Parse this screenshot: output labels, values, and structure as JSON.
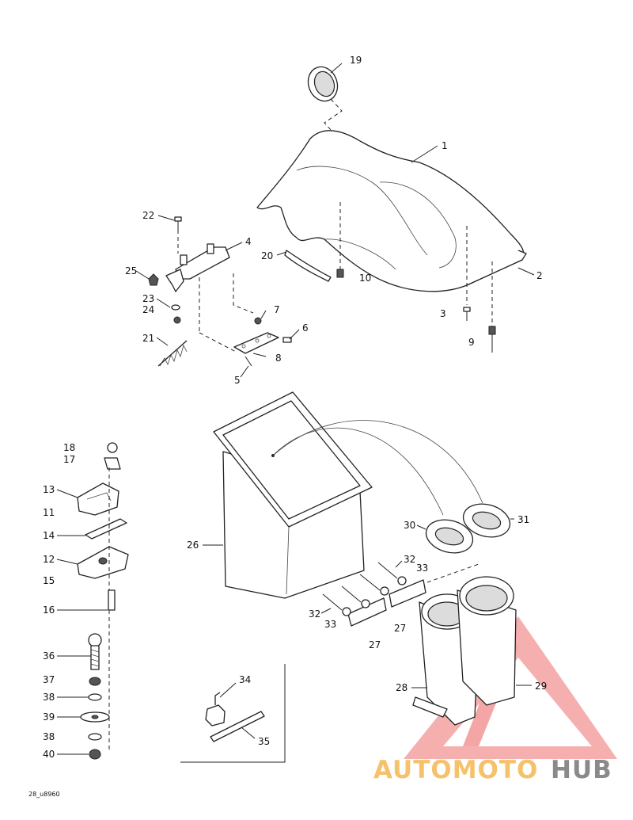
{
  "drawing_code": "28_u8960",
  "watermark": {
    "text_part1": "AUTOMOTO",
    "text_part2": "HUB",
    "color_part1": "#f5c26b",
    "color_part2": "#8a8a8a",
    "triangle_color": "#f08080"
  },
  "callouts": {
    "c1": "1",
    "c2": "2",
    "c3": "3",
    "c4": "4",
    "c5": "5",
    "c6": "6",
    "c7": "7",
    "c8": "8",
    "c9": "9",
    "c10": "10",
    "c11": "11",
    "c12": "12",
    "c13": "13",
    "c14": "14",
    "c15": "15",
    "c16": "16",
    "c17": "17",
    "c18": "18",
    "c19": "19",
    "c20": "20",
    "c21": "21",
    "c22": "22",
    "c23": "23",
    "c24": "24",
    "c25": "25",
    "c26": "26",
    "c27a": "27",
    "c27b": "27",
    "c28": "28",
    "c29": "29",
    "c30": "30",
    "c31": "31",
    "c32a": "32",
    "c32b": "32",
    "c33a": "33",
    "c33b": "33",
    "c34": "34",
    "c35": "35",
    "c36": "36",
    "c37": "37",
    "c38a": "38",
    "c38b": "38",
    "c39": "39",
    "c40": "40"
  }
}
